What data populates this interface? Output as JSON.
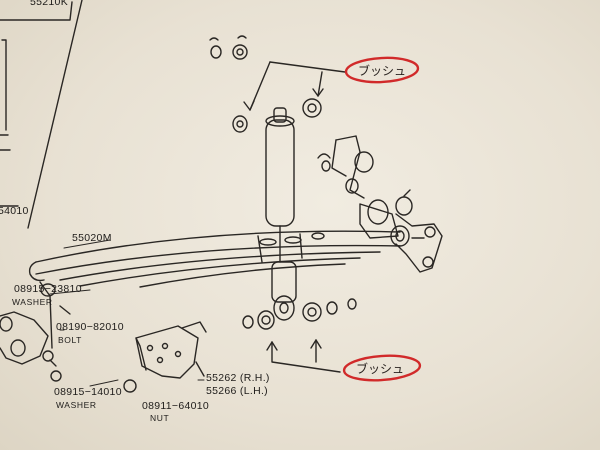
{
  "labels": {
    "top_left_code": "55210K",
    "left_code_a": "54010",
    "spring_code": "55020M",
    "washer_code": "08915−23810",
    "washer_caption": "WASHER",
    "bolt_code": "08190−82010",
    "bolt_caption": "BOLT",
    "plate_rh": "55262 (R.H.)",
    "plate_lh": "55266 (L.H.)",
    "washer2_code": "08915−14010",
    "washer2_caption": "WASHER",
    "nut_code": "08911−64010",
    "nut_caption": "NUT"
  },
  "annotations": {
    "bush_top": "ブッシュ",
    "bush_bottom": "ブッシュ",
    "circle_color": "#d12a2a"
  }
}
